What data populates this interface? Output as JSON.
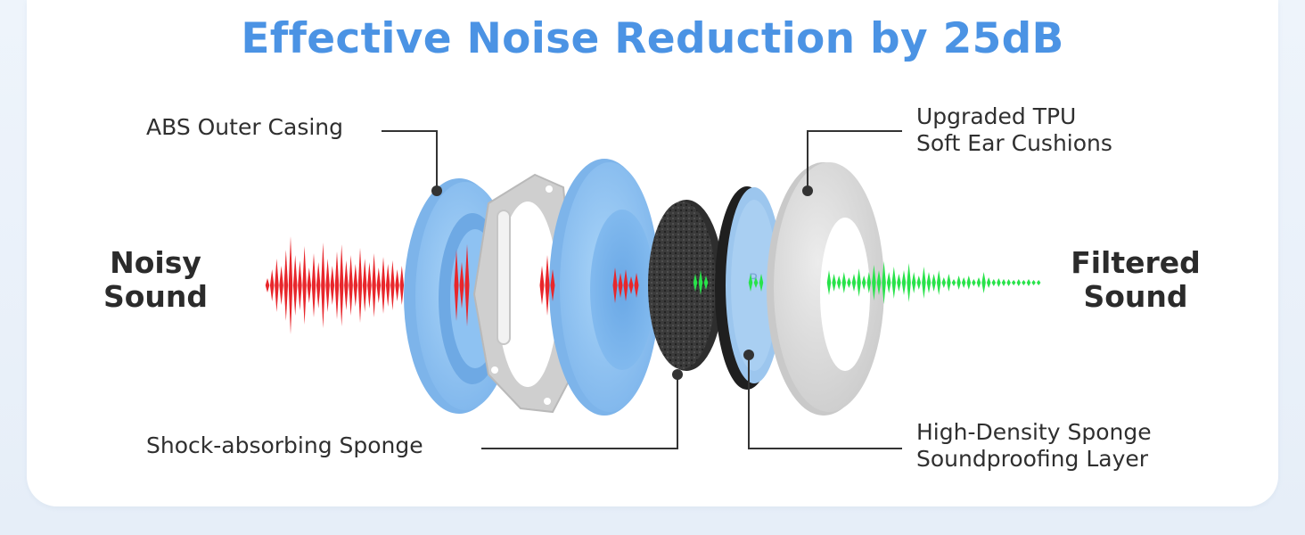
{
  "title": "Effective Noise Reduction by 25dB",
  "input_label": {
    "line1": "Noisy",
    "line2": "Sound"
  },
  "output_label": {
    "line1": "Filtered",
    "line2": "Sound"
  },
  "callouts": {
    "abs_casing": "ABS Outer Casing",
    "tpu_cushions": {
      "line1": "Upgraded TPU",
      "line2": "Soft Ear Cushions"
    },
    "shock_sponge": "Shock-absorbing Sponge",
    "high_density": {
      "line1": "High-Density Sponge",
      "line2": "Soundproofing Layer"
    }
  },
  "colors": {
    "title": "#4b93e4",
    "noisy_wave": "#e8262b",
    "filtered_wave": "#28e34a",
    "casing_blue": "#8ec2f2",
    "cushion_gray": "#dcdcdc",
    "sponge_dark": "#3a3a3a"
  }
}
